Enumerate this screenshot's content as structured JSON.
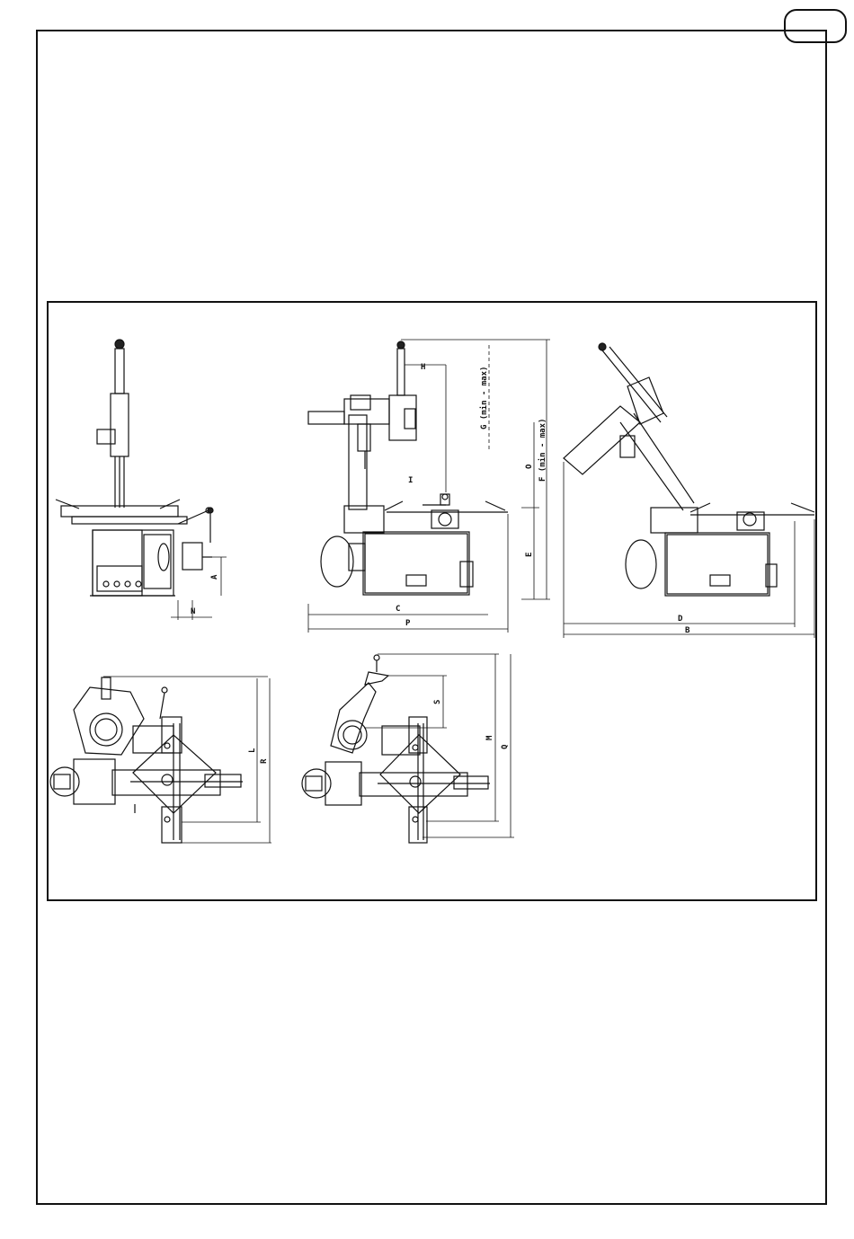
{
  "figure": {
    "dimension_labels": {
      "A": "A",
      "N": "N",
      "C": "C",
      "P": "P",
      "H": "H",
      "I": "I",
      "G": "G (min - max)",
      "O": "O",
      "F": "F (min - max)",
      "E": "E",
      "D": "D",
      "B": "B",
      "L": "L",
      "R": "R",
      "S": "S",
      "M": "M",
      "Q": "Q"
    }
  }
}
